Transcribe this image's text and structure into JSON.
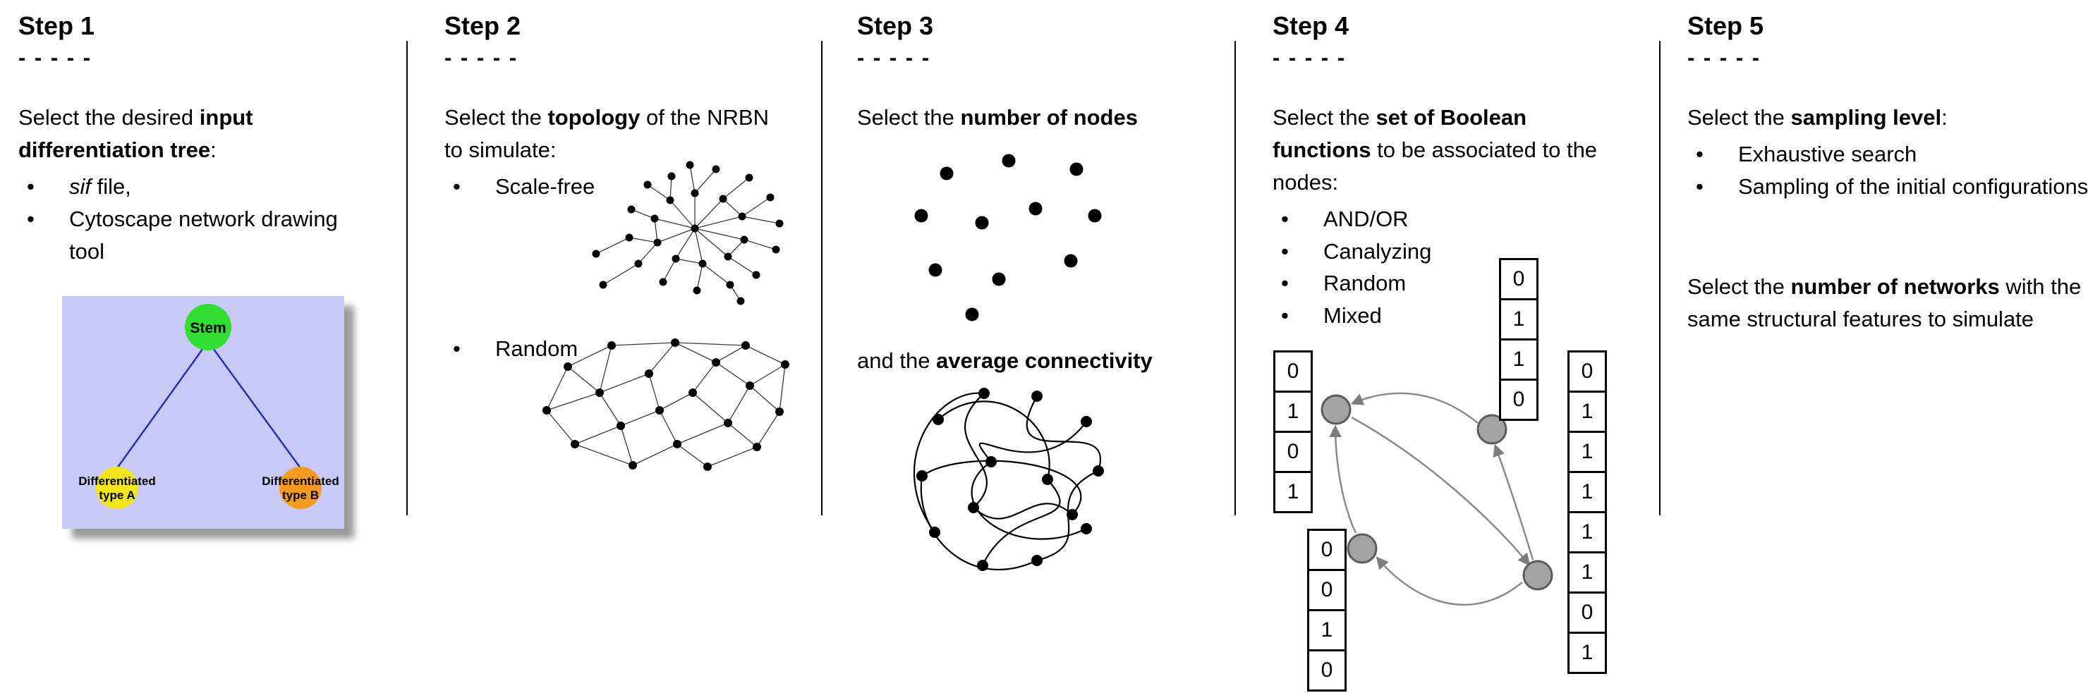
{
  "figure": {
    "bullet_glyph": "•",
    "steps": [
      {
        "title": "Step 1",
        "dashes": "- - - - -",
        "intro": [
          {
            "t": "Select the desired "
          },
          {
            "t": "input differentiation tree",
            "b": true
          },
          {
            "t": ":"
          }
        ],
        "bullets": [
          [
            {
              "t": "sif",
              "i": true
            },
            {
              "t": " file,"
            }
          ],
          [
            {
              "t": "Cytoscape network drawing tool"
            }
          ]
        ],
        "tree": {
          "stem_label": "Stem",
          "type_a_label_line1": "Differentiated",
          "type_a_label_line2": "type A",
          "type_b_label_line1": "Differentiated",
          "type_b_label_line2": "type B",
          "colors": {
            "background": "#c9c9f8",
            "stem": "#33dd33",
            "type_a": "#f2e51f",
            "type_b": "#f59b23",
            "edge": "#2233bb"
          }
        }
      },
      {
        "title": "Step 2",
        "dashes": "- - - - -",
        "intro": [
          {
            "t": "Select the "
          },
          {
            "t": "topology",
            "b": true
          },
          {
            "t": " of the NRBN to simulate:"
          }
        ],
        "bullets": [
          [
            {
              "t": "Scale-free"
            }
          ],
          [
            {
              "t": "Random"
            }
          ]
        ]
      },
      {
        "title": "Step 3",
        "dashes": "- - - - -",
        "line1": [
          {
            "t": "Select the "
          },
          {
            "t": "number of nodes",
            "b": true
          }
        ],
        "line2": [
          {
            "t": "and the "
          },
          {
            "t": "average connectivity",
            "b": true
          }
        ]
      },
      {
        "title": "Step 4",
        "dashes": "- - - - -",
        "intro": [
          {
            "t": "Select the "
          },
          {
            "t": "set of Boolean functions",
            "b": true
          },
          {
            "t": " to be associated to the nodes:"
          }
        ],
        "bullets": [
          [
            {
              "t": "AND/OR"
            }
          ],
          [
            {
              "t": "Canalyzing"
            }
          ],
          [
            {
              "t": "Random"
            }
          ],
          [
            {
              "t": "Mixed"
            }
          ]
        ],
        "truth_tables": {
          "left": [
            "0",
            "1",
            "0",
            "1"
          ],
          "top": [
            "0",
            "1",
            "1",
            "0"
          ],
          "bottom_left": [
            "0",
            "0",
            "1",
            "0"
          ],
          "right": [
            "0",
            "1",
            "1",
            "1",
            "1",
            "1",
            "0",
            "1"
          ]
        }
      },
      {
        "title": "Step 5",
        "dashes": "- - - - -",
        "intro": [
          {
            "t": "Select the "
          },
          {
            "t": "sampling level",
            "b": true
          },
          {
            "t": ":"
          }
        ],
        "bullets": [
          [
            {
              "t": "Exhaustive search"
            }
          ],
          [
            {
              "t": "Sampling of the initial configurations"
            }
          ]
        ],
        "paragraph2": [
          {
            "t": "Select the "
          },
          {
            "t": "number of networks",
            "b": true
          },
          {
            "t": " with the same structural features to simulate"
          }
        ]
      }
    ]
  }
}
